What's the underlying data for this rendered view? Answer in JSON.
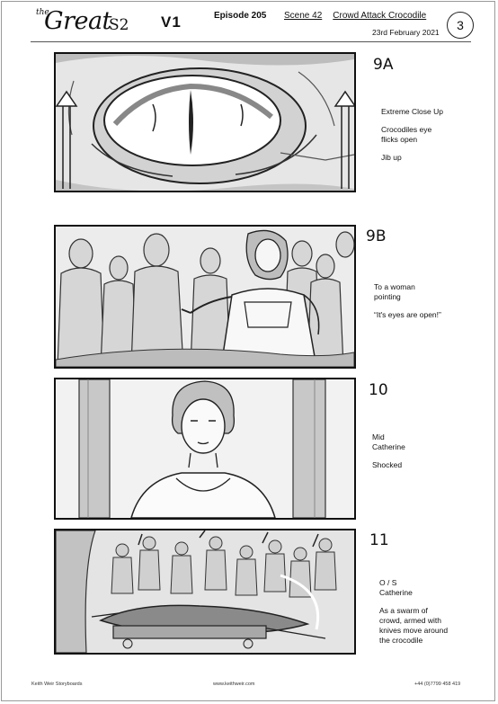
{
  "header": {
    "logo": {
      "the": "the",
      "great": "Great",
      "season": "S2"
    },
    "version": "V1",
    "episode": "Episode 205",
    "scene": "Scene 42",
    "scene_title": "Crowd Attack Crocodile",
    "date": "23rd February 2021",
    "page_number": "3"
  },
  "shots": [
    {
      "number": "9A",
      "notes": [
        "Extreme Close Up",
        "Crocodiles eye\nflicks open",
        "Jib up"
      ]
    },
    {
      "number": "9B",
      "notes": [
        "To a woman\npointing",
        "“It's eyes are open!”"
      ]
    },
    {
      "number": "10",
      "notes": [
        "Mid\nCatherine",
        "Shocked"
      ]
    },
    {
      "number": "11",
      "notes": [
        "O / S\nCatherine",
        "As a swarm of\ncrowd, armed with\nknives move around\nthe crocodile"
      ]
    }
  ],
  "footer": {
    "company": "Keith Weir Storyboards",
    "website": "www.keithweir.com",
    "phone": "+44 (0)7799 458 419"
  }
}
